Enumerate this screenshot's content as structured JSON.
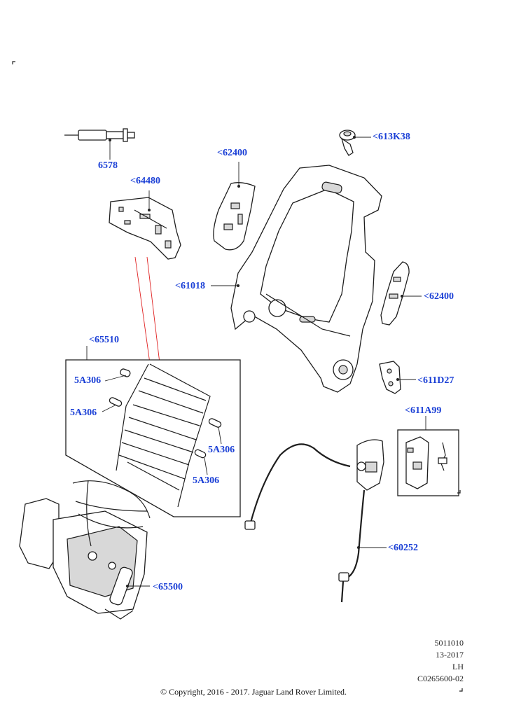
{
  "callouts": {
    "c6578": "6578",
    "c64480": "<64480",
    "c62400_top": "<62400",
    "c613K38": "<613K38",
    "c61018": "<61018",
    "c62400_right": "<62400",
    "c65510": "<65510",
    "c5A306_a": "5A306",
    "c5A306_b": "5A306",
    "c5A306_c": "5A306",
    "c5A306_d": "5A306",
    "c611D27": "<611D27",
    "c611A99": "<611A99",
    "c60252": "<60252",
    "c65500": "<65500"
  },
  "meta": {
    "code": "5011010",
    "date": "13-2017",
    "side": "LH",
    "ref": "C0265600-02"
  },
  "copyright": "© Copyright, 2016 - 2017. Jaguar Land Rover Limited.",
  "colors": {
    "callout": "#1a3fd6",
    "leader_red": "#e02020"
  }
}
